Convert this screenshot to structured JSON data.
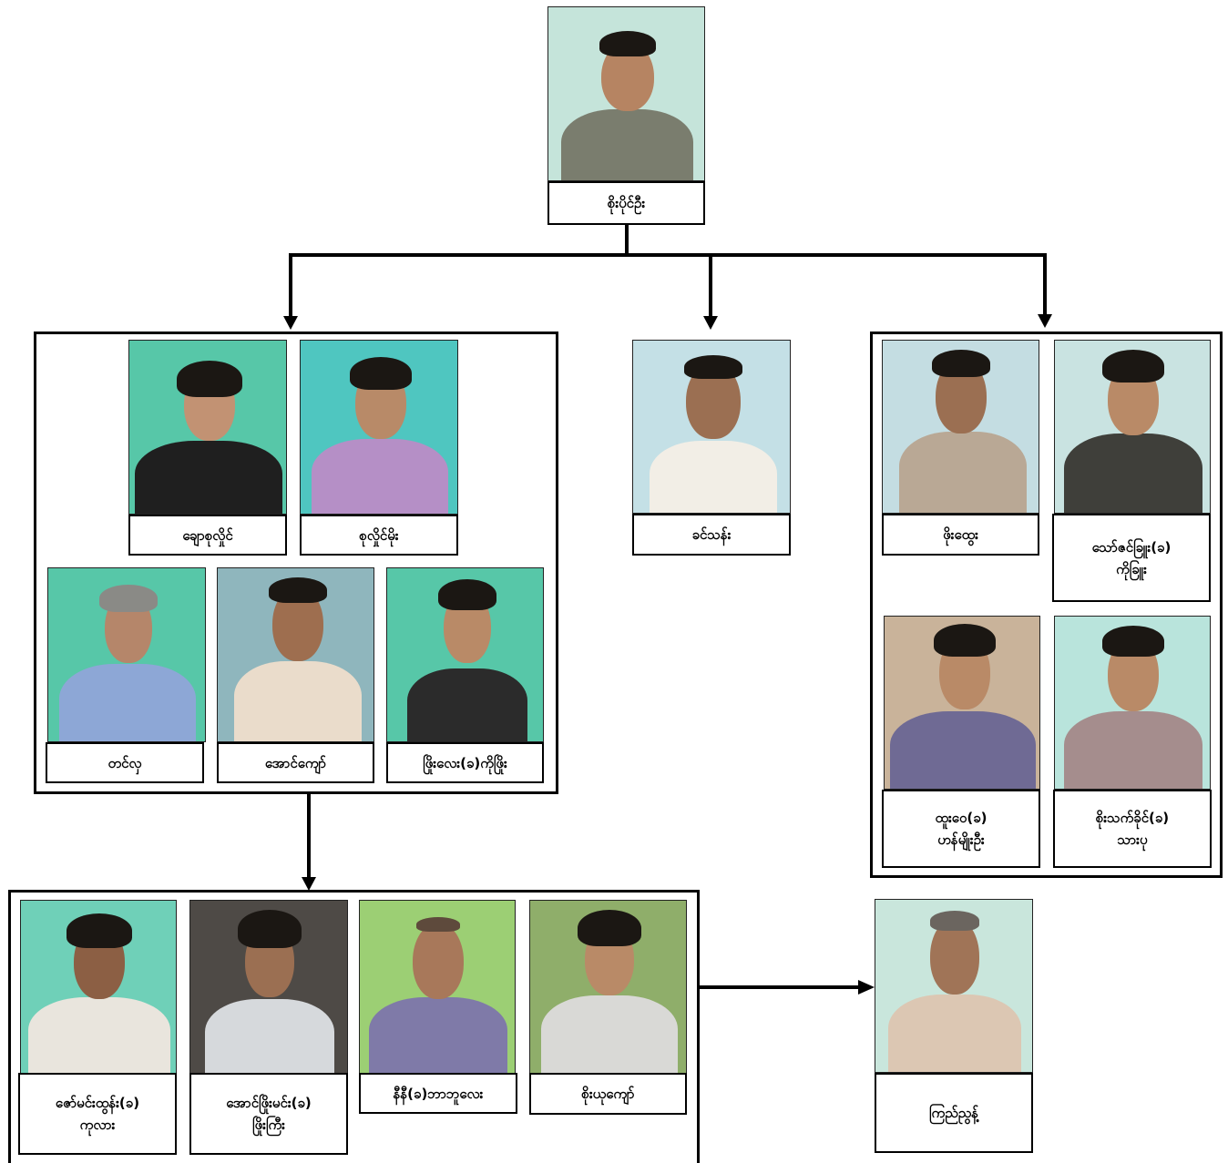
{
  "palette": {
    "photo_bg_mint": "#bfe6da",
    "photo_bg_blue": "#c4e0e6",
    "photo_bg_teal": "#6fd0c4",
    "photo_bg_tan": "#c9b39a",
    "photo_bg_green": "#8fae6a",
    "photo_bg_dark": "#4e4a46",
    "skin": "#b98a67",
    "hair": "#1b1713",
    "line": "#000000"
  },
  "people": {
    "leader": {
      "name": "စိုးပိုင်ဦး"
    },
    "g1": [
      {
        "name": "ချောစုလှိုင်"
      },
      {
        "name": "စုလှိုင်မိုး"
      },
      {
        "name": "တင်လှ"
      },
      {
        "name": "အောင်ကျော်"
      },
      {
        "name": "ဖြိုးလေး(ခ)ကိုဖြိုး"
      }
    ],
    "mid": {
      "name": "ခင်သန်း"
    },
    "g2": [
      {
        "name": "ဖိုးထွေး"
      },
      {
        "name": "သော်ဇင်ခြူး(ခ)",
        "name2": "ကိုခြူး"
      },
      {
        "name": "ထူးဝေ(ခ)",
        "name2": "ဟန်မျိုးဦး"
      },
      {
        "name": "စိုးသက်ခိုင်(ခ)",
        "name2": "သားပု"
      }
    ],
    "g3": [
      {
        "name": "ဇော်မင်းထွန်း(ခ)",
        "name2": "ကုလား"
      },
      {
        "name": "အောင်ဖြိုးမင်း(ခ)",
        "name2": "ဖြိုးကြီး"
      },
      {
        "name": "နီနီ(ခ)ဘာဘူလေး"
      },
      {
        "name": "စိုးယုကျော်"
      }
    ],
    "last": {
      "name": "ကြည်ညွန့်"
    }
  }
}
